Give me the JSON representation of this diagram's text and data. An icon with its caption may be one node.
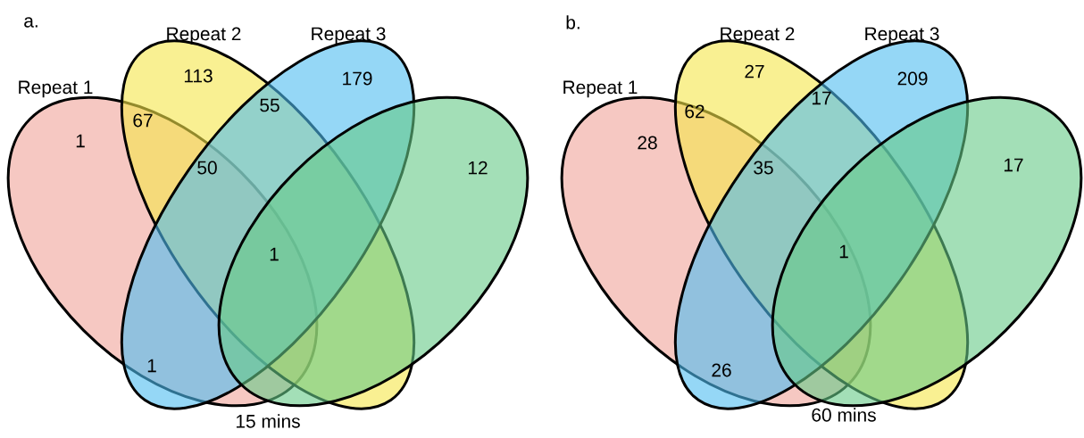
{
  "diagram": {
    "nodes": [
      {
        "text": [
          "Repeat 1"
        ]
      },
      {
        "text": [
          "Repeat 2"
        ]
      },
      {
        "text": [
          "Repeat 3"
        ]
      },
      {
        "text": [],
        "shape": "ellipse"
      },
      {
        "text": [
          "Repeat 1"
        ]
      },
      {
        "text": [
          "Repeat 2"
        ]
      },
      {
        "text": [
          "Repeat 3"
        ]
      },
      {
        "text": [],
        "shape": "ellipse"
      }
    ],
    "labels": [
      "a.",
      "113",
      "179",
      "67",
      "55",
      "1",
      "50",
      "12",
      "1",
      "1",
      "15 mins",
      "b.",
      "27",
      "209",
      "62",
      "17",
      "28",
      "35",
      "17",
      "1",
      "26",
      "60 mins"
    ]
  }
}
